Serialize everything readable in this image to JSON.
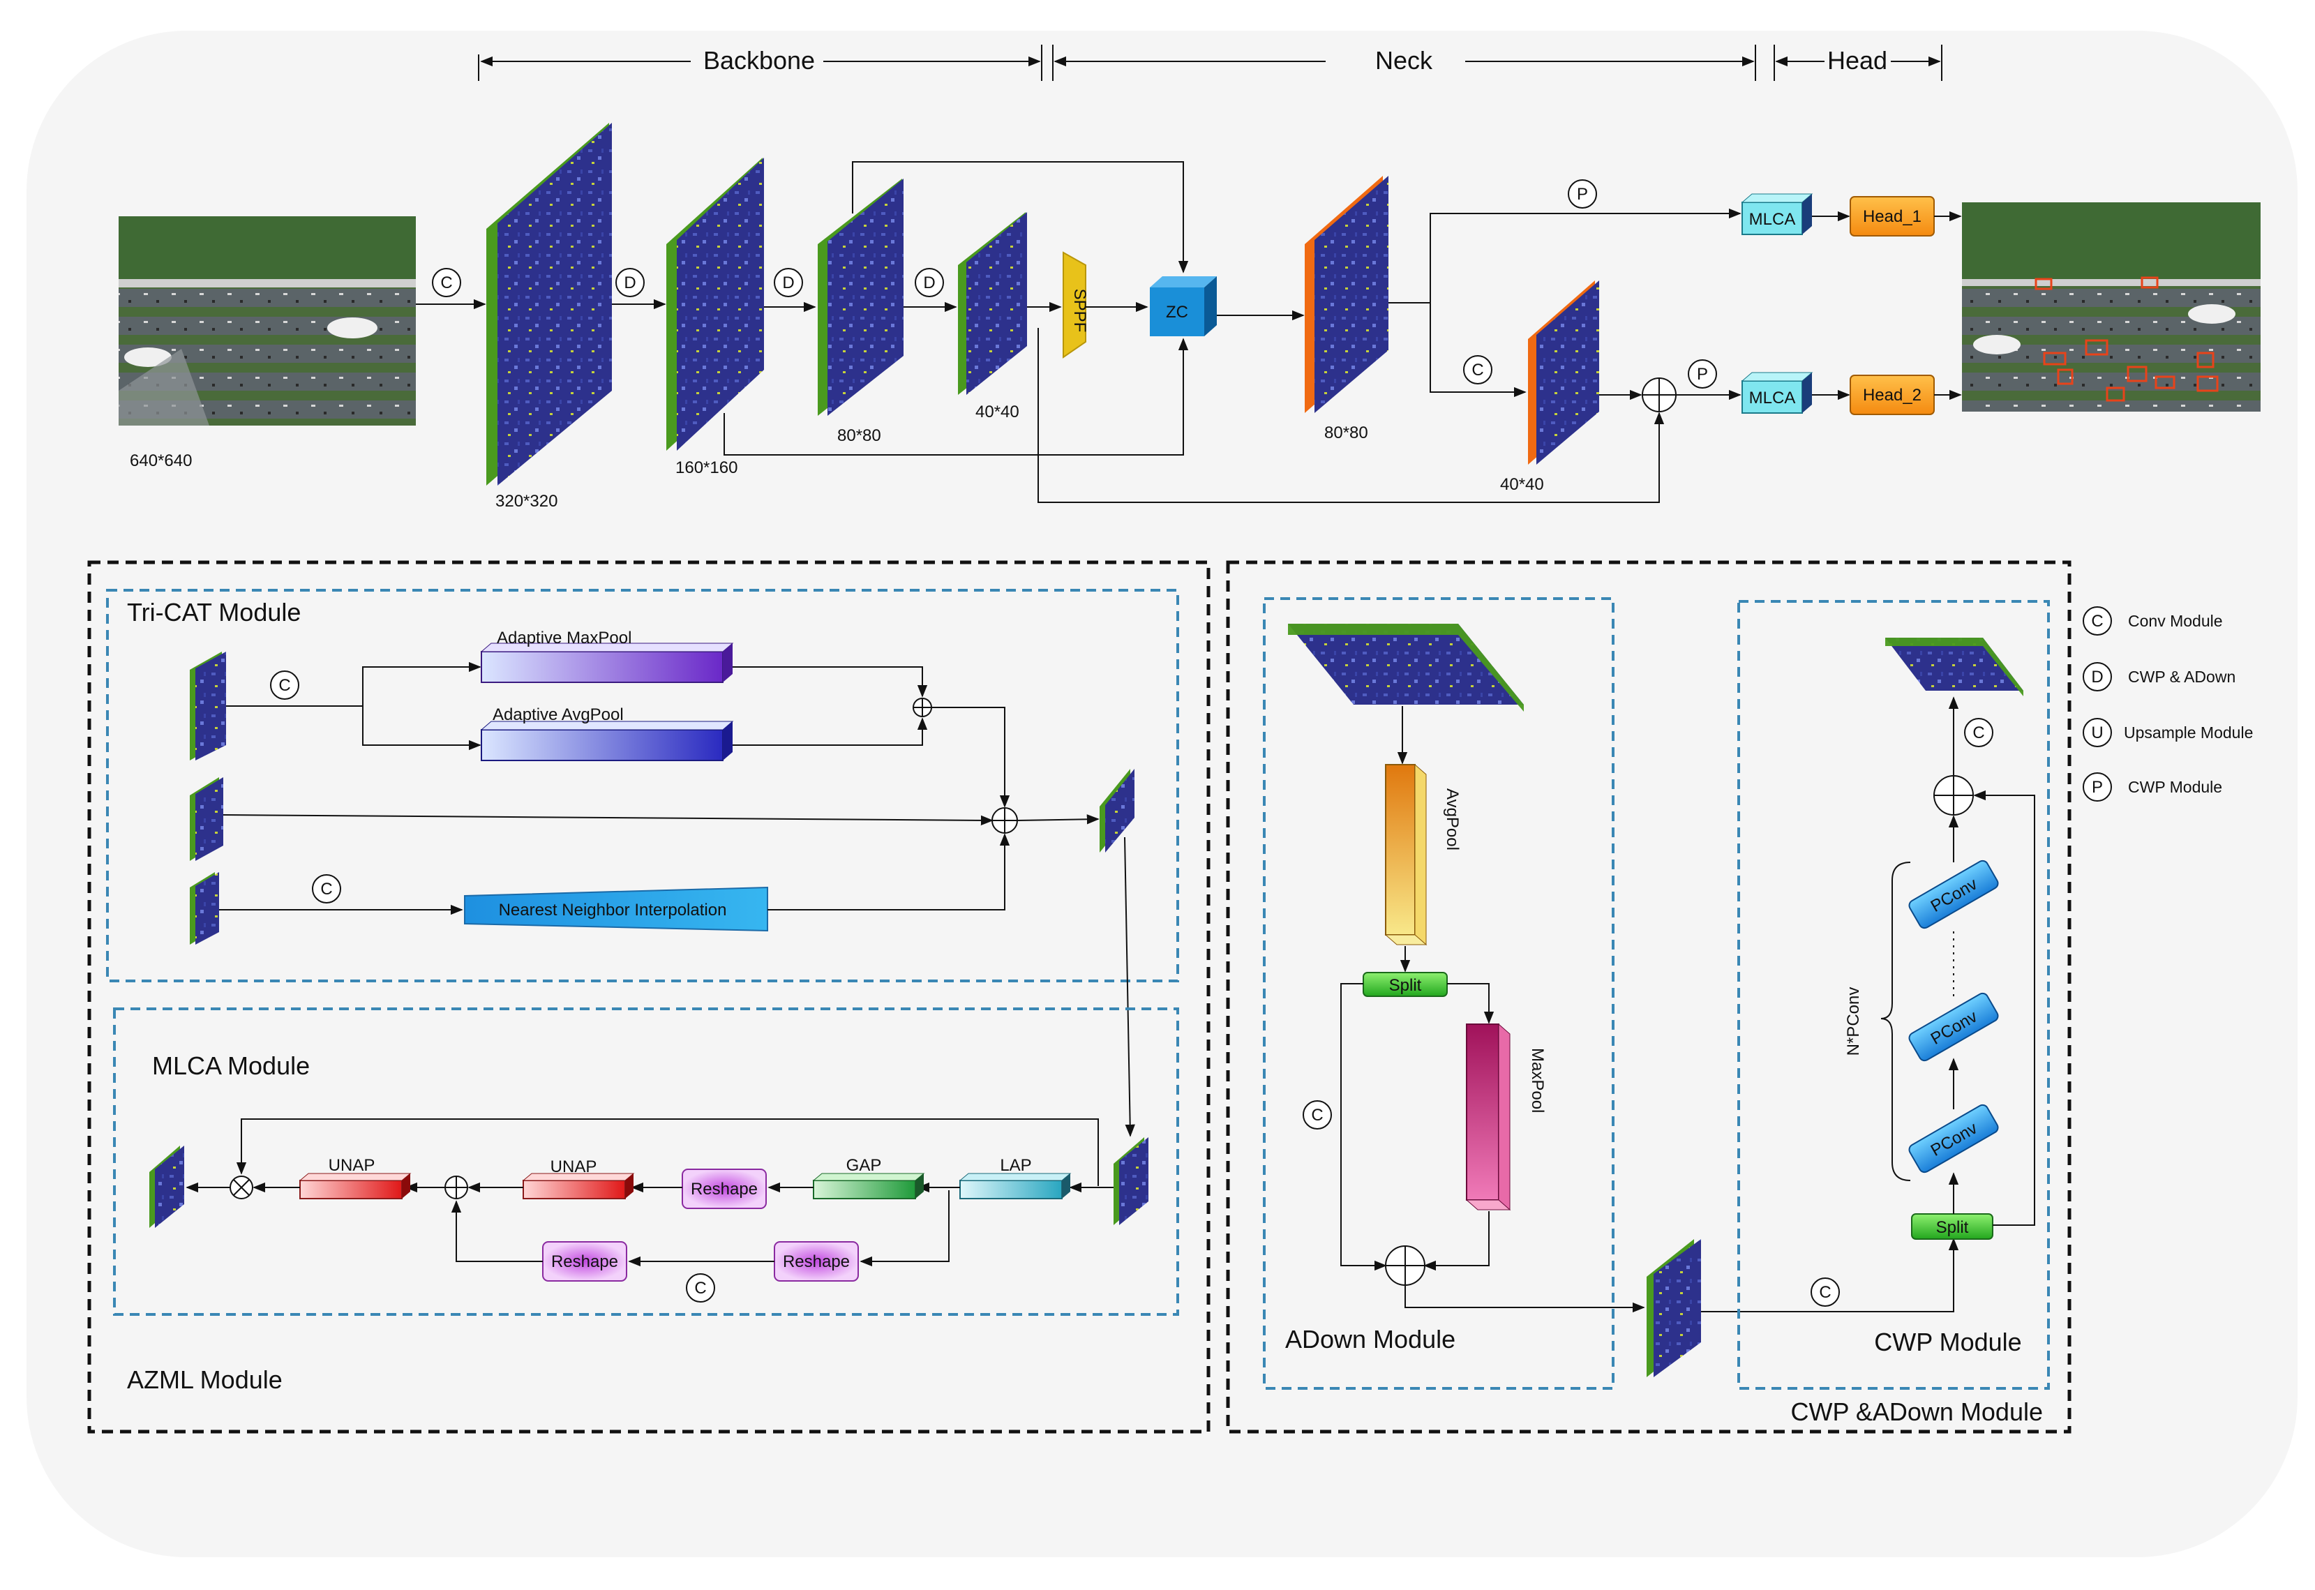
{
  "sections": {
    "backbone": "Backbone",
    "neck": "Neck",
    "head": "Head"
  },
  "top": {
    "input_size": "640*640",
    "feat_320": "320*320",
    "feat_160": "160*160",
    "feat_80": "80*80",
    "feat_40": "40*40",
    "neck_80": "80*80",
    "neck_40": "40*40",
    "sppf": "SPPF",
    "zc": "ZC",
    "mlca1": "MLCA",
    "mlca2": "MLCA",
    "head1": "Head_1",
    "head2": "Head_2"
  },
  "symbols": {
    "c": "C",
    "d": "D",
    "u": "U",
    "p": "P"
  },
  "legend": [
    {
      "symbol": "C",
      "label": "Conv Module"
    },
    {
      "symbol": "D",
      "label": "CWP & ADown"
    },
    {
      "symbol": "U",
      "label": "Upsample Module"
    },
    {
      "symbol": "P",
      "label": "CWP Module"
    }
  ],
  "tricat": {
    "title": "Tri-CAT Module",
    "maxpool": "Adaptive MaxPool",
    "avgpool": "Adaptive AvgPool",
    "nni": "Nearest Neighbor Interpolation"
  },
  "mlca": {
    "title": "MLCA Module",
    "unap1": "UNAP",
    "unap2": "UNAP",
    "gap": "GAP",
    "lap": "LAP",
    "reshape1": "Reshape",
    "reshape2": "Reshape",
    "reshape3": "Reshape"
  },
  "azml": {
    "title": "AZML Module"
  },
  "adown": {
    "title": "ADown Module",
    "avgpool": "AvgPool",
    "maxpool": "MaxPool",
    "split": "Split"
  },
  "cwp": {
    "title": "CWP Module",
    "pconv": "PConv",
    "npconv": "N*PConv",
    "split": "Split"
  },
  "cwp_adown": {
    "title": "CWP &ADown Module"
  },
  "colors": {
    "backbone_edge": "#4a9a1e",
    "neck_edge": "#f06a12",
    "feature_face": "#2b2f8a",
    "zc": "#1a8fd8",
    "sppf": "#e8c21a",
    "mlca": "#7fe6ef",
    "head": "#f7a01a",
    "dash_blue": "#3a87b4"
  }
}
